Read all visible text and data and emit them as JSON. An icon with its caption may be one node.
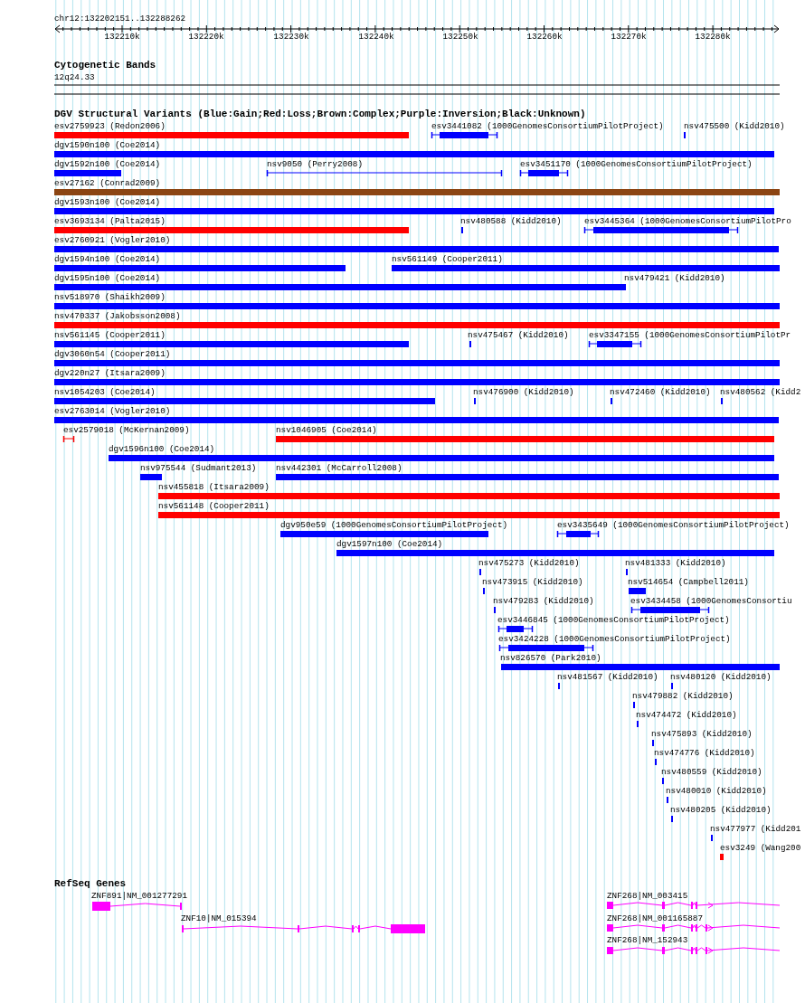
{
  "diagram": {
    "labels": [
      "chr12:132202151..132288262",
      "132210k",
      "132220k",
      "132230k",
      "132240k",
      "132250k",
      "132260k",
      "132270k",
      "132280k",
      "Cytogenetic Bands",
      "12q24.33",
      "DGV Structural Variants (Blue:Gain;Red:Loss;Brown:Complex;Purple:Inversion;Black:Unknown)",
      "esv2759923 (Redon2006)",
      "esv3441082 (1000GenomesConsortiumPilotProject)",
      "nsv475500 (Kidd2010)",
      "dgv1590n100 (Coe2014)",
      "dgv1592n100 (Coe2014)",
      "nsv9050 (Perry2008)",
      "esv3451170 (1000GenomesConsortiumPilotProject)",
      "esv27162 (Conrad2009)",
      "dgv1593n100 (Coe2014)",
      "esv3693134 (Palta2015)",
      "nsv480588 (Kidd2010)",
      "esv3445364 (1000GenomesConsortiumPilotPro",
      "esv2760921 (Vogler2010)",
      "dgv1594n100 (Coe2014)",
      "nsv561149 (Cooper2011)",
      "dgv1595n100 (Coe2014)",
      "nsv479421 (Kidd2010)",
      "nsv518970 (Shaikh2009)",
      "nsv470337 (Jakobsson2008)",
      "nsv561145 (Cooper2011)",
      "nsv475467 (Kidd2010)",
      "esv3347155 (1000GenomesConsortiumPilotPr",
      "dgv3060n54 (Cooper2011)",
      "dgv220n27 (Itsara2009)",
      "nsv1054203 (Coe2014)",
      "nsv476900 (Kidd2010)",
      "nsv472460 (Kidd2010)",
      "nsv480562 (Kidd2",
      "esv2763014 (Vogler2010)",
      "esv2579018 (McKernan2009)",
      "nsv1046905 (Coe2014)",
      "dgv1596n100 (Coe2014)",
      "nsv975544 (Sudmant2013)",
      "nsv442301 (McCarroll2008)",
      "nsv455818 (Itsara2009)",
      "nsv561148 (Cooper2011)",
      "dgv950e59 (1000GenomesConsortiumPilotProject)",
      "esv3435649 (1000GenomesConsortiumPilotProject)",
      "dgv1597n100 (Coe2014)",
      "nsv475273 (Kidd2010)",
      "nsv481333 (Kidd2010)",
      "nsv473915 (Kidd2010)",
      "nsv514654 (Campbell2011)",
      "nsv479283 (Kidd2010)",
      "esv3434458 (1000GenomesConsortiu",
      "esv3446845 (1000GenomesConsortiumPilotProject)",
      "esv3424228 (1000GenomesConsortiumPilotProject)",
      "nsv826570 (Park2010)",
      "nsv481567 (Kidd2010)",
      "nsv480120 (Kidd2010)",
      "nsv479882 (Kidd2010)",
      "nsv474472 (Kidd2010)",
      "nsv475893 (Kidd2010)",
      "nsv474776 (Kidd2010)",
      "nsv480559 (Kidd2010)",
      "nsv480010 (Kidd2010)",
      "nsv480205 (Kidd2010)",
      "nsv477977 (Kidd201",
      "esv3249 (Wang200",
      "RefSeq Genes",
      "ZNF891|NM_001277291",
      "ZNF10|NM_015394",
      "ZNF268|NM_003415",
      "ZNF268|NM_001165887",
      "ZNF268|NM_152943"
    ]
  }
}
